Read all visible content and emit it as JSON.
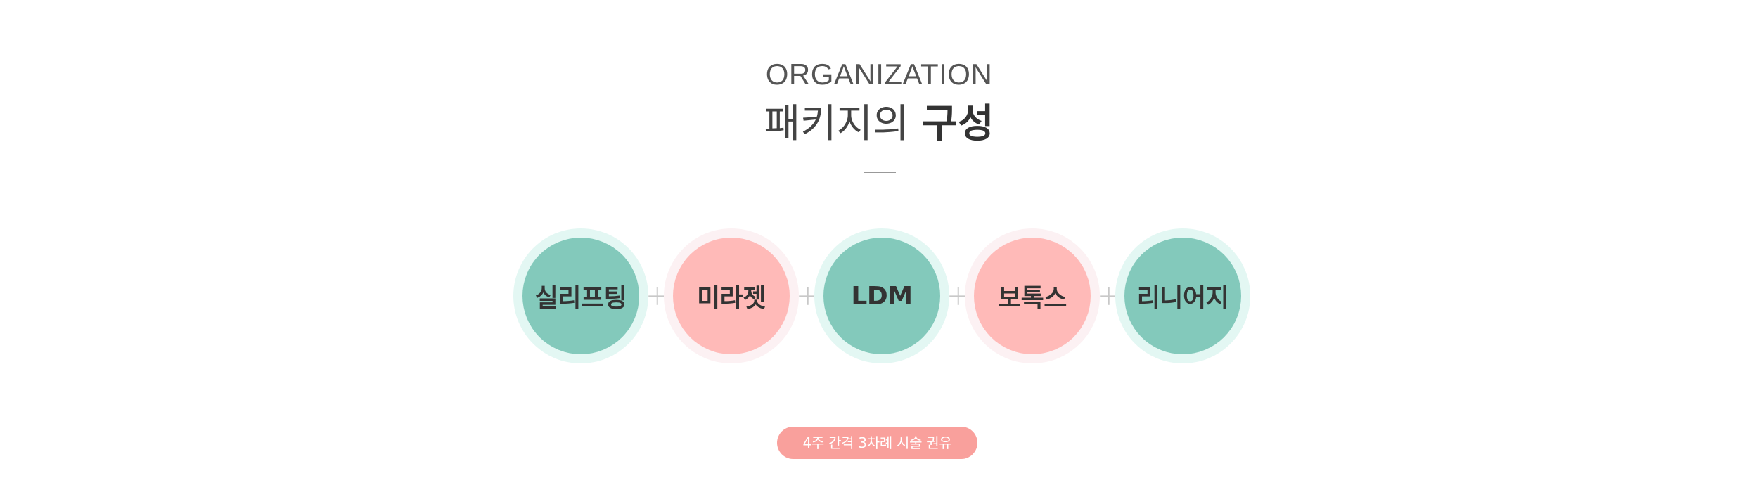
{
  "header": {
    "eyebrow": "ORGANIZATION",
    "title_light": "패키지의",
    "title_bold": "구성"
  },
  "package": {
    "items": [
      {
        "label": "실리프팅",
        "color": "#83c9bb",
        "ring_color": "#e3f7f3"
      },
      {
        "label": "미라젯",
        "color": "#ffbab8",
        "ring_color": "#fcf1f3"
      },
      {
        "label": "LDM",
        "color": "#83c9bb",
        "ring_color": "#e3f7f3"
      },
      {
        "label": "보톡스",
        "color": "#ffbab8",
        "ring_color": "#fcf1f3"
      },
      {
        "label": "리니어지",
        "color": "#83c9bb",
        "ring_color": "#e3f7f3"
      }
    ],
    "separator": "+"
  },
  "note": {
    "text": "4주 간격 3차례 시술 권유",
    "color": "#f9a09c"
  }
}
